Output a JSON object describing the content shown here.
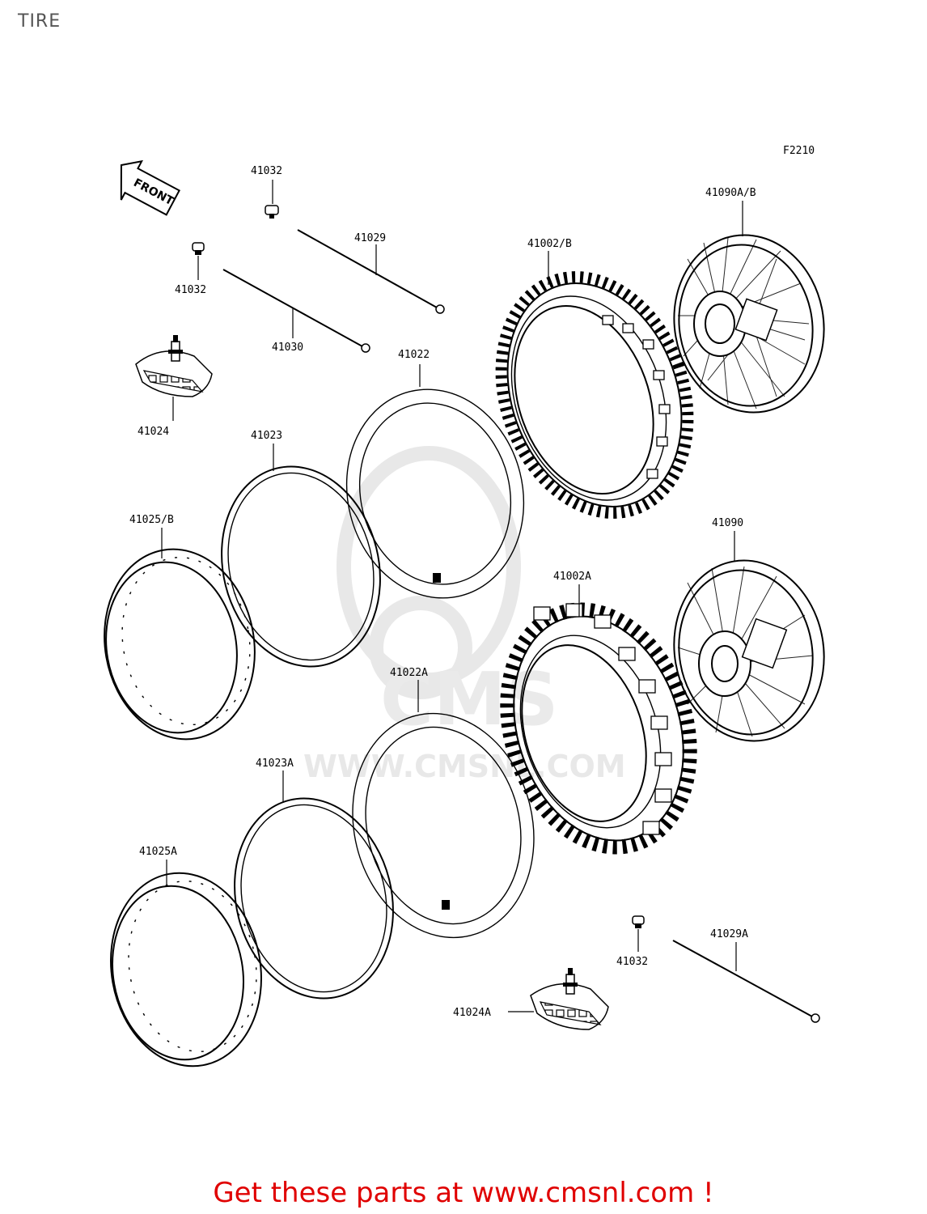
{
  "header": {
    "title": "TIRE"
  },
  "figure_code": "F2210",
  "front_arrow_label": "FRONT",
  "watermark": {
    "text": "WWW.CMSNL.COM",
    "logo": "CMS"
  },
  "parts": {
    "p41032a": "41032",
    "p41032b": "41032",
    "p41032c": "41032",
    "p41029": "41029",
    "p41030": "41030",
    "p41024": "41024",
    "p41022": "41022",
    "p41023": "41023",
    "p41025b": "41025/B",
    "p41002b": "41002/B",
    "p41090ab": "41090A/B",
    "p41090": "41090",
    "p41002a": "41002A",
    "p41022a": "41022A",
    "p41023a": "41023A",
    "p41025a": "41025A",
    "p41029a": "41029A",
    "p41024a": "41024A"
  },
  "footer": {
    "cta": "Get these parts at www.cmsnl.com !",
    "cta_color": "#e00000"
  }
}
